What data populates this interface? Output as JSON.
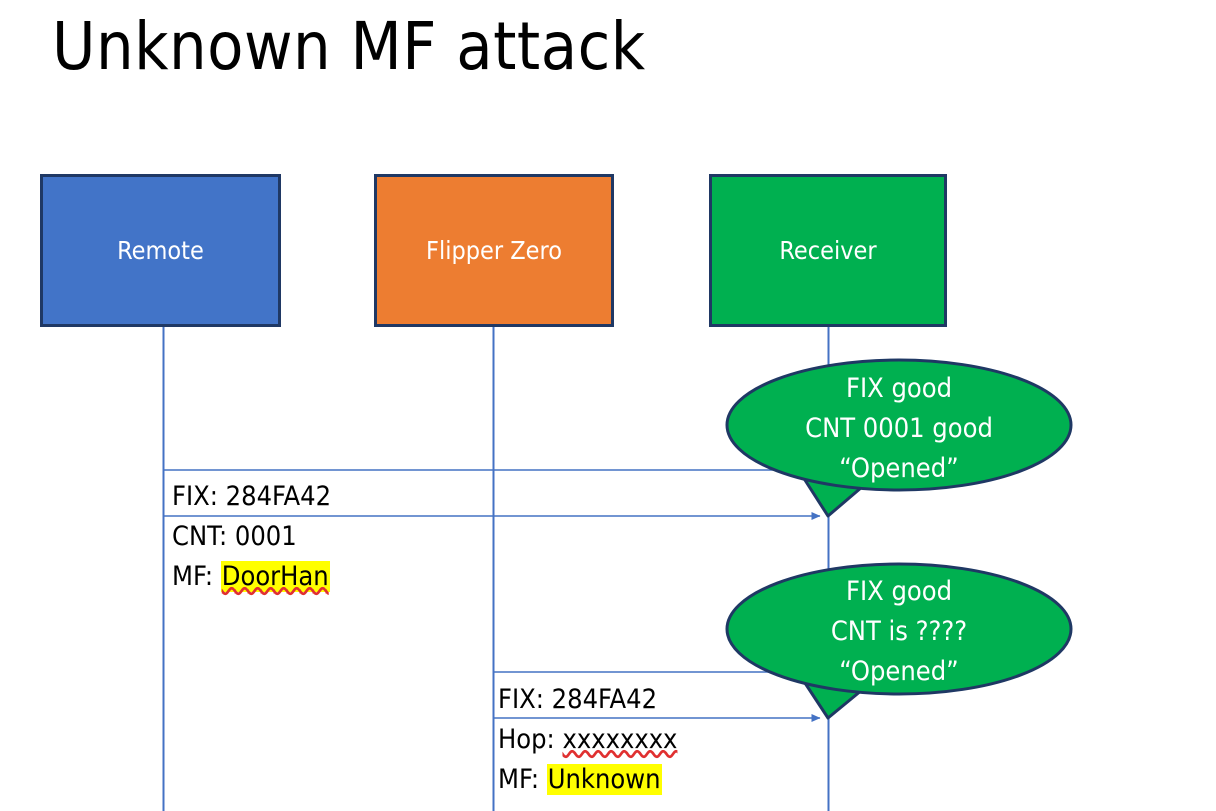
{
  "slide": {
    "title": "Unknown MF attack",
    "background": "#ffffff"
  },
  "colors": {
    "remote_fill": "#4274C8",
    "flipper_fill": "#ED7D31",
    "receiver_fill": "#00B050",
    "box_border": "#1F3864",
    "callout_fill": "#00B050",
    "callout_border": "#1F3864",
    "lifeline": "#4472C4",
    "arrow": "#4472C4",
    "highlight": "#FFFF00",
    "spellcheck_underline": "#E03030",
    "text_dark": "#000000",
    "text_light": "#FFFFFF"
  },
  "actors": [
    {
      "id": "remote",
      "label": "Remote"
    },
    {
      "id": "flipper",
      "label": "Flipper Zero"
    },
    {
      "id": "receiver",
      "label": "Receiver"
    }
  ],
  "messages": [
    {
      "id": "msg1",
      "from": "remote",
      "to": "receiver",
      "line1": "FIX: 284FA42",
      "line2": "CNT: 0001",
      "line3_prefix": "MF: ",
      "line3_value": "DoorHan",
      "line3_highlighted": true,
      "line3_spellchecked": true
    },
    {
      "id": "msg2",
      "from": "flipper",
      "to": "receiver",
      "line1": "FIX: 284FA42",
      "line2_prefix": "Hop: ",
      "line2_value": "xxxxxxxx",
      "line2_spellchecked": true,
      "line3_prefix": "MF: ",
      "line3_value": "Unknown",
      "line3_highlighted": true
    }
  ],
  "callouts": [
    {
      "id": "callout1",
      "line1": "FIX good",
      "line2": "CNT 0001 good",
      "line3": "“Opened”"
    },
    {
      "id": "callout2",
      "line1": "FIX good",
      "line2": "CNT is ????",
      "line3": "“Opened”"
    }
  ]
}
